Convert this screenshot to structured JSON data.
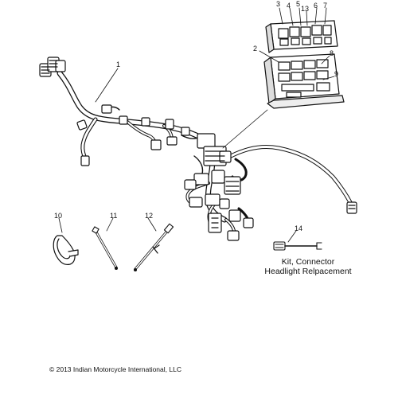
{
  "callouts": {
    "c1": "1",
    "c2": "2",
    "c3": "3",
    "c4": "4",
    "c5": "5",
    "c13": "13",
    "c6": "6",
    "c7": "7",
    "c8": "8",
    "c9": "9",
    "c10": "10",
    "c11": "11",
    "c12": "12",
    "c14": "14"
  },
  "kit_caption": {
    "line1": "Kit, Connector",
    "line2": "Headlight Relpacement"
  },
  "footer": {
    "copyright": "© 2013 Indian Motorcycle International, LLC"
  },
  "colors": {
    "ink": "#111111",
    "paper": "#ffffff",
    "shade": "#cccccc"
  }
}
